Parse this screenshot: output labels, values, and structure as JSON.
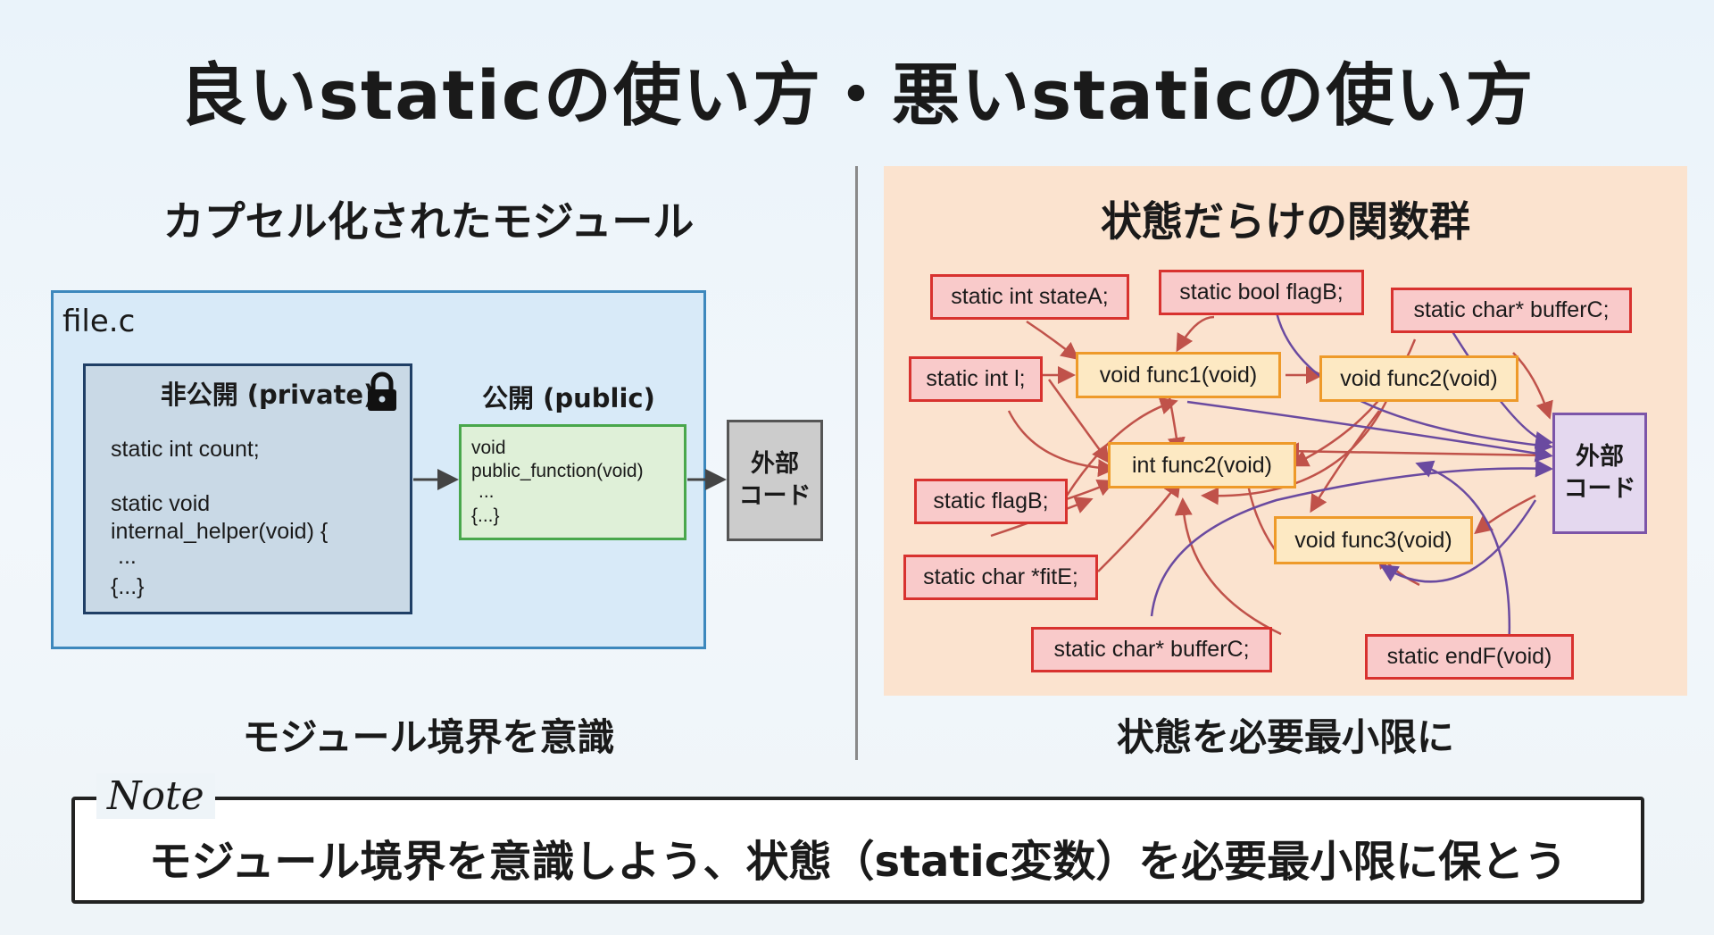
{
  "title": "良いstaticの使い方・悪いstaticの使い方",
  "left": {
    "heading": "カプセル化されたモジュール",
    "file_label": "file.c",
    "private_title": "非公開 (private)",
    "private_code": [
      "static int count;",
      "static void",
      "internal_helper(void) {",
      "...",
      "{...}"
    ],
    "public_title": "公開 (public)",
    "public_code": [
      "void",
      "public_function(void)",
      "...",
      "{...}"
    ],
    "external": [
      "外部",
      "コード"
    ],
    "caption": "モジュール境界を意識"
  },
  "right": {
    "heading": "状態だらけの関数群",
    "variables": [
      "static int stateA;",
      "static bool flagB;",
      "static char* bufferC;",
      "static int l;",
      "static flagB;",
      "static char *ﬁtE;",
      "static char* bufferC;",
      "static endF(void)"
    ],
    "functions": [
      "void func1(void)",
      "void func2(void)",
      "int func2(void)",
      "void func3(void)"
    ],
    "external": [
      "外部",
      "コード"
    ],
    "caption": "状態を必要最小限に"
  },
  "note": {
    "label": "Note",
    "text": "モジュール境界を意識しよう、状態（static変数）を必要最小限に保とう"
  },
  "colors": {
    "var_border": "#d8322f",
    "func_border": "#ee9a2a",
    "arrow_red": "#c0524a",
    "arrow_purple": "#6a4aa0"
  }
}
